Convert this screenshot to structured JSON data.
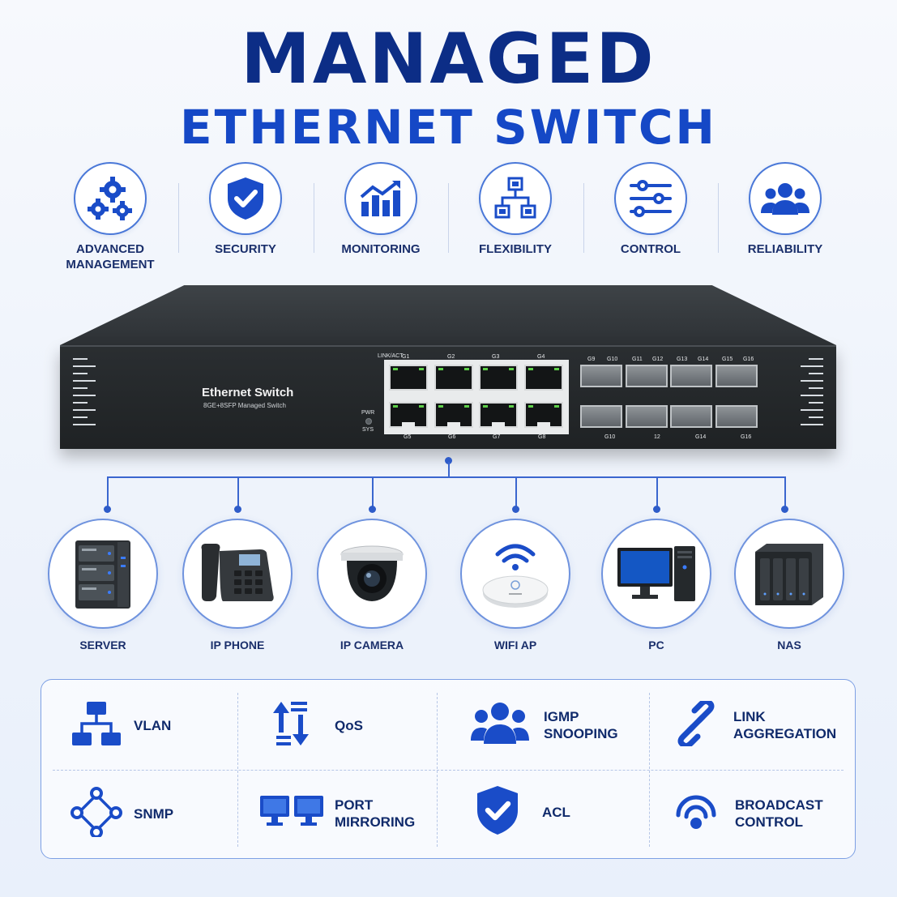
{
  "title": {
    "line1": "MANAGED",
    "line2": "ETHERNET SWITCH"
  },
  "features": [
    {
      "label": "ADVANCED\nMANAGEMENT",
      "icon": "gears-icon"
    },
    {
      "label": "SECURITY",
      "icon": "shield-check-icon"
    },
    {
      "label": "MONITORING",
      "icon": "chart-trend-icon"
    },
    {
      "label": "FLEXIBILITY",
      "icon": "network-hierarchy-icon"
    },
    {
      "label": "CONTROL",
      "icon": "sliders-icon"
    },
    {
      "label": "RELIABILITY",
      "icon": "users-group-icon"
    }
  ],
  "switch": {
    "name": "Ethernet Switch",
    "model": "8GE+8SFP Managed Switch",
    "pwr": "PWR",
    "sys": "SYS",
    "linkact": "LINK/ACT",
    "rj_top": [
      "G1",
      "G2",
      "G3",
      "G4"
    ],
    "rj_bottom": [
      "G5",
      "G6",
      "G7",
      "G8"
    ],
    "sfp_top": [
      "G9",
      "G10",
      "G11",
      "G12",
      "G13",
      "G14",
      "G15",
      "G16"
    ],
    "sfp_bottom": [
      "G10",
      "12",
      "G14",
      "G16"
    ]
  },
  "devices": [
    {
      "label": "SERVER",
      "icon": "server-icon"
    },
    {
      "label": "IP PHONE",
      "icon": "ip-phone-icon"
    },
    {
      "label": "IP CAMERA",
      "icon": "dome-camera-icon"
    },
    {
      "label": "WIFI AP",
      "icon": "wifi-ap-icon"
    },
    {
      "label": "PC",
      "icon": "desktop-pc-icon"
    },
    {
      "label": "NAS",
      "icon": "nas-icon"
    }
  ],
  "capabilities": [
    {
      "label": "VLAN",
      "icon": "vlan-tree-icon"
    },
    {
      "label": "QoS",
      "icon": "qos-arrows-icon"
    },
    {
      "label": "IGMP\nSNOOPING",
      "icon": "group-icon"
    },
    {
      "label": "LINK\nAGGREGATION",
      "icon": "chain-link-icon"
    },
    {
      "label": "SNMP",
      "icon": "snmp-nodes-icon"
    },
    {
      "label": "PORT\nMIRRORING",
      "icon": "dual-monitor-icon"
    },
    {
      "label": "ACL",
      "icon": "shield-check-icon"
    },
    {
      "label": "BROADCAST\nCONTROL",
      "icon": "broadcast-icon"
    }
  ],
  "colors": {
    "navy": "#0c2d86",
    "blue": "#1548c6",
    "accent": "#2e5cc9"
  }
}
